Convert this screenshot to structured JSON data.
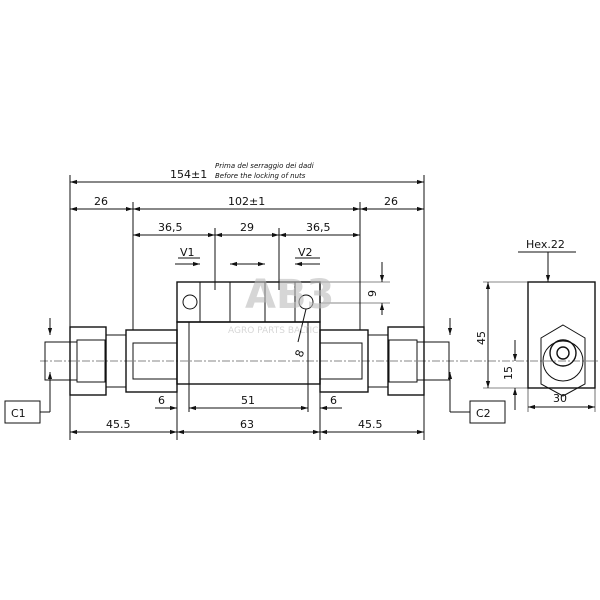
{
  "dimensions": {
    "overall": "154±1",
    "note_it": "Prima del serraggio dei dadi",
    "note_en": "Before the locking of nuts",
    "left_fitting_top": "26",
    "between_fittings": "102±1",
    "right_fitting_top": "26",
    "left_to_v1": "36,5",
    "v1_to_v2": "29",
    "v2_to_right": "36,5",
    "v1": "V1",
    "v2": "V2",
    "port_depth": "9",
    "hole": "8",
    "left_gap": "6",
    "center_inner": "51",
    "right_gap": "6",
    "left_bottom": "45.5",
    "body_length": "63",
    "right_bottom": "45.5",
    "hex": "Hex.22",
    "height": "45",
    "axis_height": "15",
    "width": "30"
  },
  "ports": {
    "c1": "C1",
    "c2": "C2"
  },
  "watermark": {
    "logo": "AB3",
    "text": "AGRO PARTS BALTIC"
  }
}
